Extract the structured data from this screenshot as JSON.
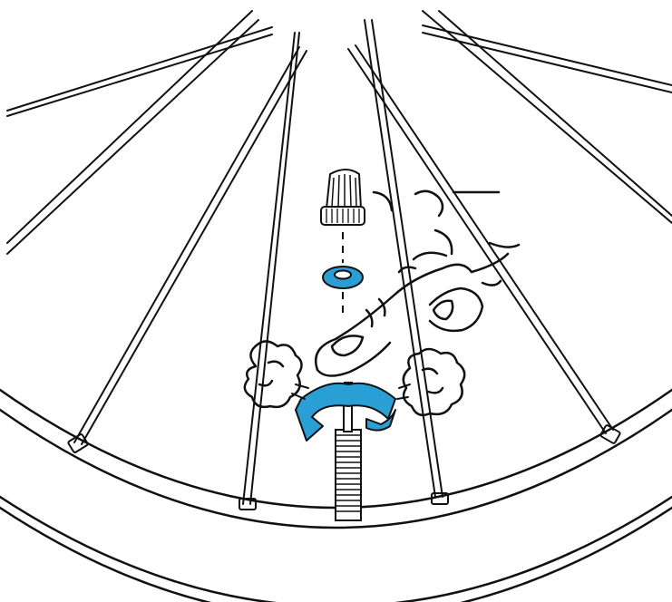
{
  "illustration": {
    "subject": "bicycle-wheel-presta-valve-deflation",
    "accent_color": "#2a9fd6",
    "line_color": "#111111",
    "background_color": "#ffffff",
    "elements": [
      "valve-cap-icon",
      "locknut-icon",
      "valve-stem-icon",
      "rotation-arrow-icon",
      "finger-icon",
      "air-puff-icon",
      "wheel-rim",
      "wheel-spokes"
    ]
  }
}
